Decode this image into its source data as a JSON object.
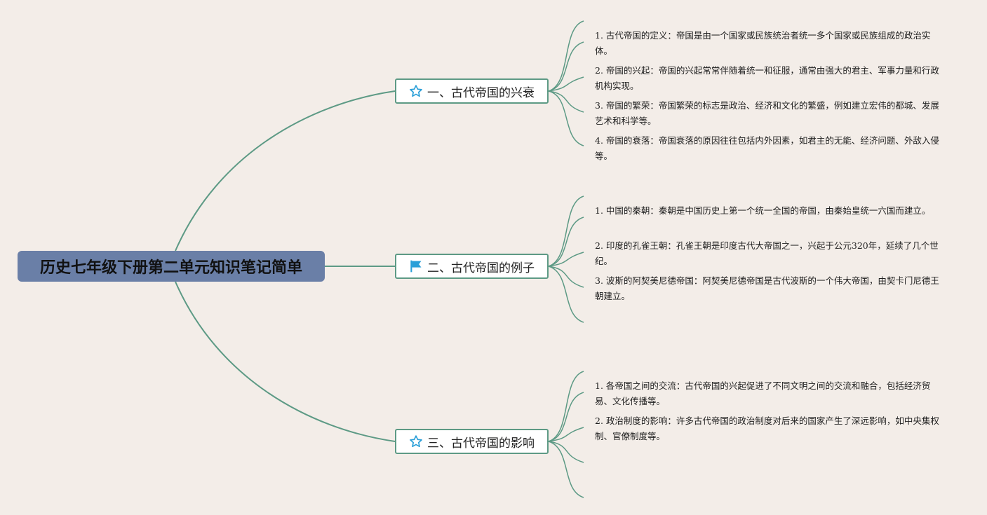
{
  "root": {
    "title": "历史七年级下册第二单元知识笔记简单"
  },
  "colors": {
    "background": "#f3ede8",
    "root_fill": "#6a7fa7",
    "line": "#5d9a85",
    "icon_blue": "#2a9fd8"
  },
  "branches": [
    {
      "label": "一、古代帝国的兴衰",
      "icon": "star-outline-icon",
      "items": [
        "1. 古代帝国的定义：帝国是由一个国家或民族统治者统一多个国家或民族组成的政治实体。",
        "2. 帝国的兴起：帝国的兴起常常伴随着统一和征服，通常由强大的君主、军事力量和行政机构实现。",
        "3. 帝国的繁荣：帝国繁荣的标志是政治、经济和文化的繁盛，例如建立宏伟的都城、发展艺术和科学等。",
        "4. 帝国的衰落：帝国衰落的原因往往包括内外因素，如君主的无能、经济问题、外敌入侵等。"
      ]
    },
    {
      "label": "二、古代帝国的例子",
      "icon": "flag-icon",
      "items": [
        "1. 中国的秦朝：秦朝是中国历史上第一个统一全国的帝国，由秦始皇统一六国而建立。",
        "2. 印度的孔雀王朝：孔雀王朝是印度古代大帝国之一，兴起于公元320年，延续了几个世纪。",
        "3. 波斯的阿契美尼德帝国：阿契美尼德帝国是古代波斯的一个伟大帝国，由契卡门尼德王朝建立。"
      ]
    },
    {
      "label": "三、古代帝国的影响",
      "icon": "star-outline-icon",
      "items": [
        "1. 各帝国之间的交流：古代帝国的兴起促进了不同文明之间的交流和融合，包括经济贸易、文化传播等。",
        "2. 政治制度的影响：许多古代帝国的政治制度对后来的国家产生了深远影响，如中央集权制、官僚制度等。"
      ]
    }
  ]
}
